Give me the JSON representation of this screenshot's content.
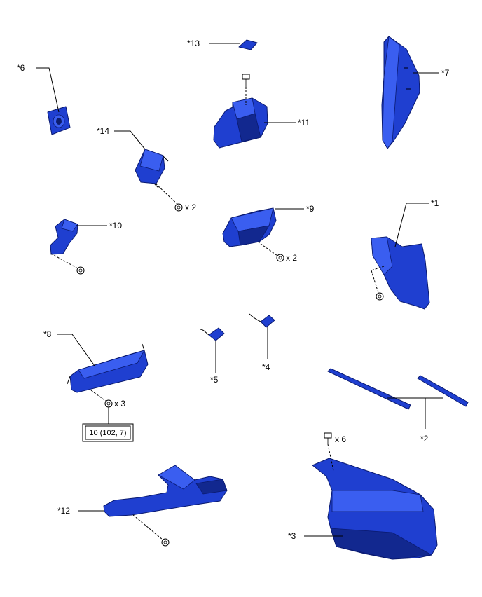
{
  "labels": {
    "p1": "*1",
    "p2": "*2",
    "p3": "*3",
    "p4": "*4",
    "p5": "*5",
    "p6": "*6",
    "p7": "*7",
    "p8": "*8",
    "p9": "*9",
    "p10": "*10",
    "p11": "*11",
    "p12": "*12",
    "p13": "*13",
    "p14": "*14"
  },
  "quantities": {
    "q14": "x 2",
    "q9": "x 2",
    "q8": "x 3",
    "q3": "x 6"
  },
  "torque": {
    "p8": "10 (102, 7)"
  },
  "colors": {
    "part_fill": "#1f3fd0",
    "part_outline": "#0a1a70"
  }
}
